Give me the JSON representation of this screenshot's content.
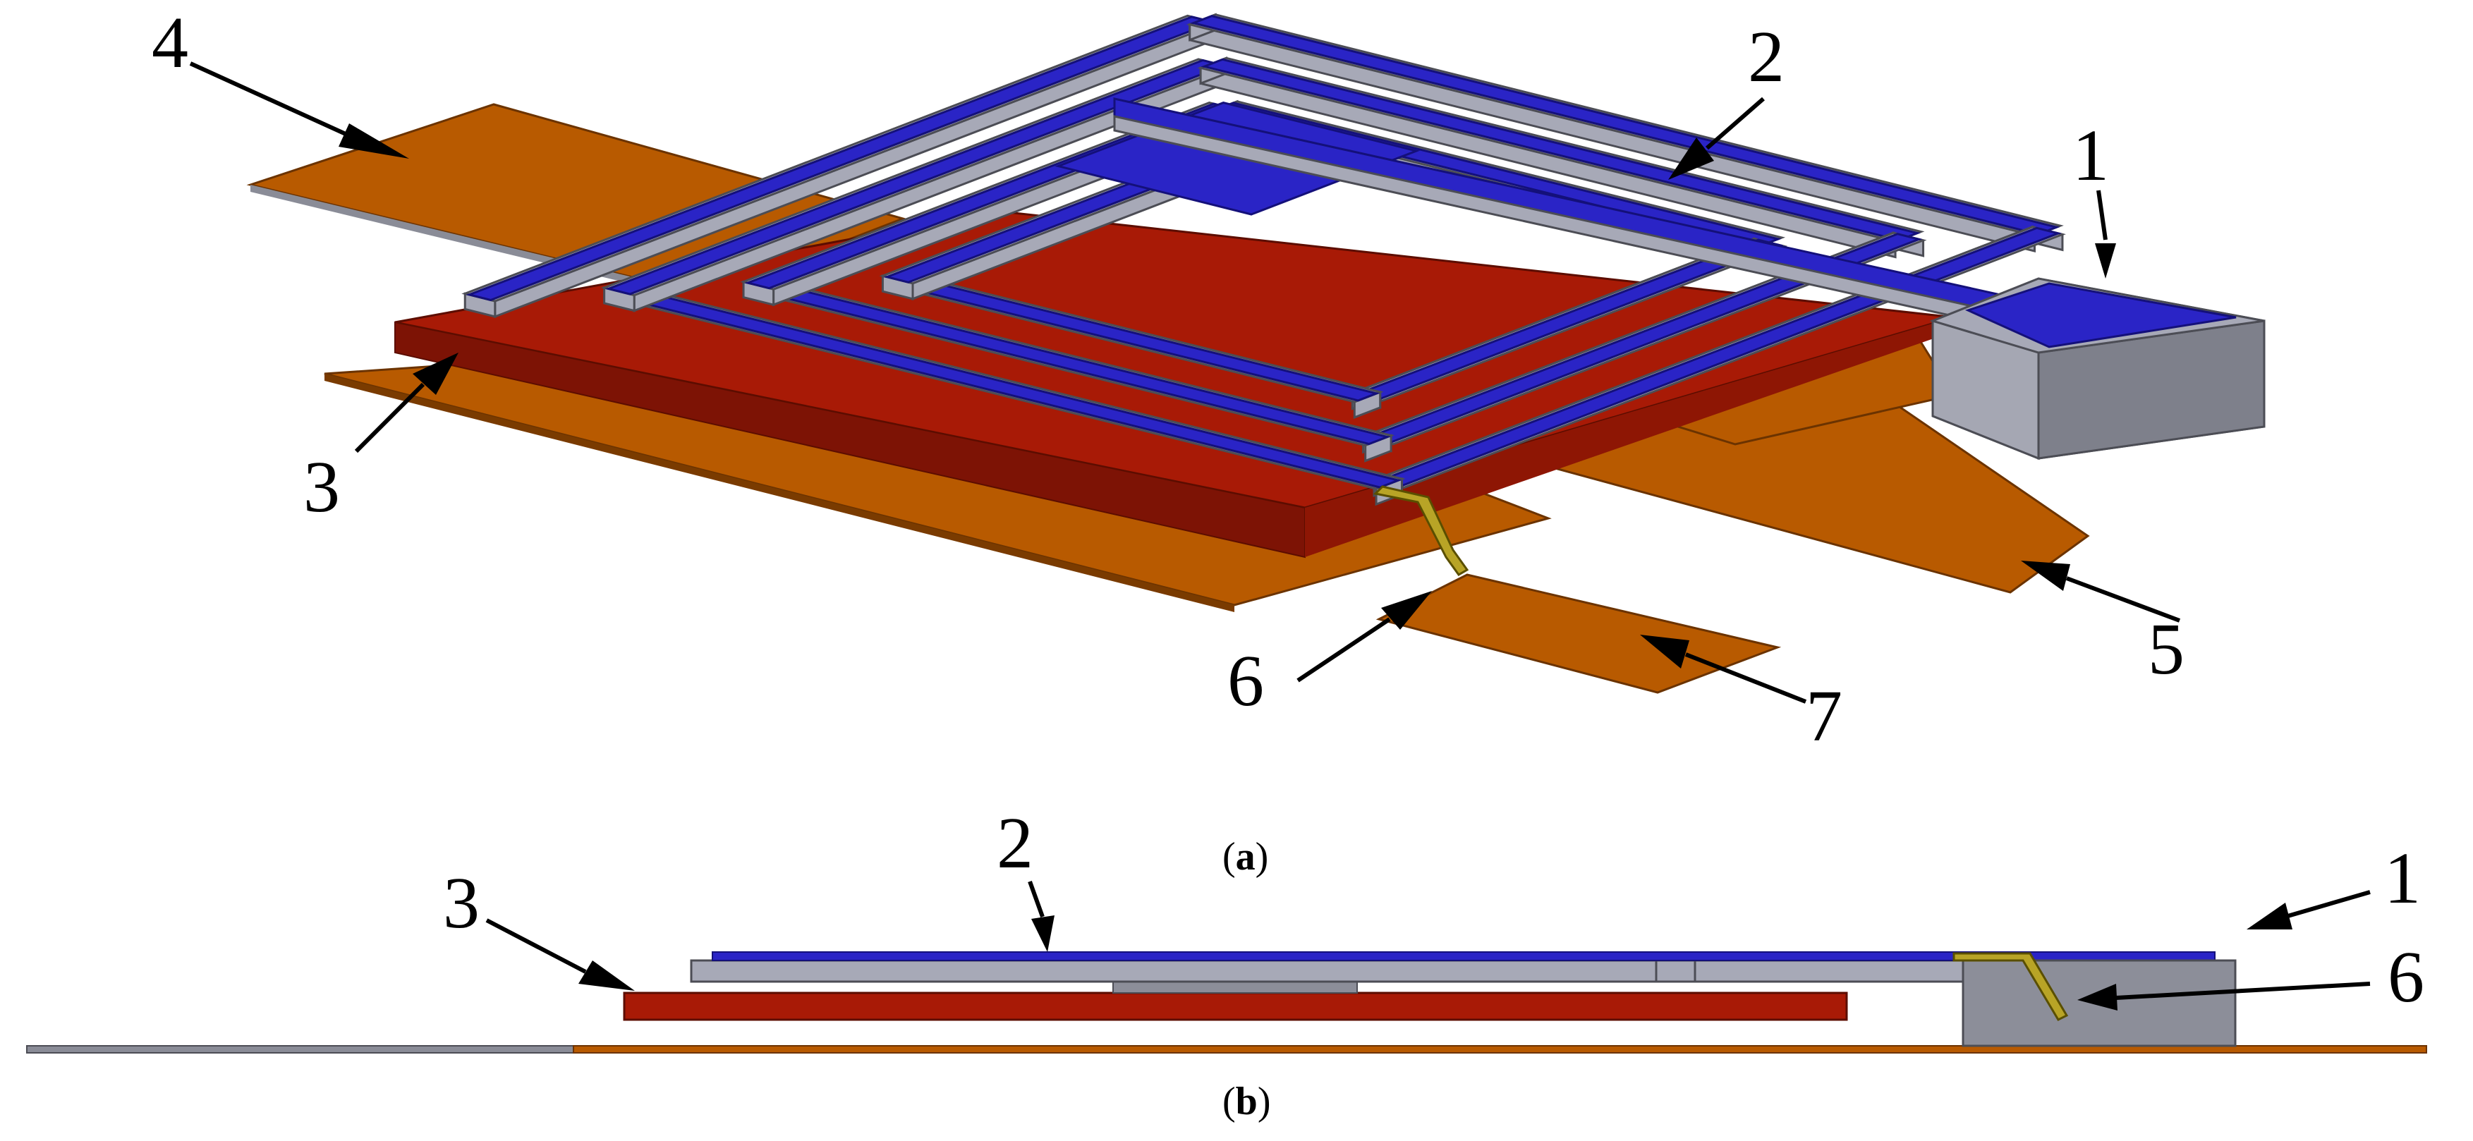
{
  "figure": {
    "panel_a_caption": "a",
    "panel_b_caption": "b",
    "callouts_a": [
      "1",
      "2",
      "3",
      "4",
      "5",
      "6",
      "7"
    ],
    "callouts_b": [
      "1",
      "2",
      "3",
      "6"
    ]
  },
  "colors": {
    "coil_top": "#2a24c6",
    "coil_side": "#a7a9b7",
    "substrate": "#a81a06",
    "electrode": "#b85a00",
    "contact_box_side": "#8c8e99",
    "bridge": "#b8a426",
    "background": "#ffffff"
  }
}
